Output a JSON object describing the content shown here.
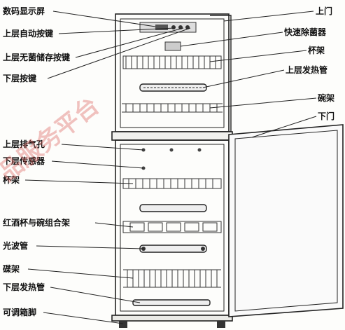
{
  "labels_left": [
    "数码显示屏",
    "上层自动按键",
    "上层无菌储存按键",
    "下层按键",
    "上层排气孔",
    "下层传感器",
    "杯架",
    "红酒杯与碗组合架",
    "光波管",
    "碟架",
    "下层发热管",
    "可调箱脚"
  ],
  "labels_right": [
    "上门",
    "快速除菌器",
    "杯架",
    "上层发热管",
    "碗架",
    "下门"
  ],
  "watermark": "品服务平台"
}
